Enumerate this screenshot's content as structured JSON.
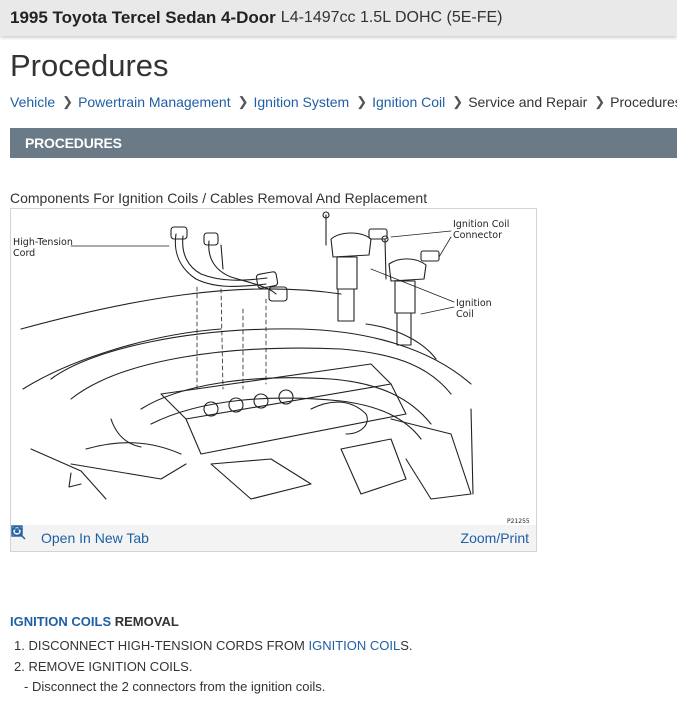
{
  "vehicle": {
    "title": "1995 Toyota Tercel Sedan 4-Door",
    "subtitle": "L4-1497cc 1.5L DOHC (5E-FE)"
  },
  "page_title": "Procedures",
  "breadcrumb": [
    {
      "label": "Vehicle",
      "link": true
    },
    {
      "label": "Powertrain Management",
      "link": true
    },
    {
      "label": "Ignition System",
      "link": true
    },
    {
      "label": "Ignition Coil",
      "link": true
    },
    {
      "label": "Service and Repair",
      "link": false
    },
    {
      "label": "Procedures",
      "link": false
    }
  ],
  "section_header": "PROCEDURES",
  "figure": {
    "caption": "Components For Ignition Coils / Cables Removal And Replacement",
    "labels": {
      "high_tension_1": "High-Tension",
      "high_tension_2": "Cord",
      "coil_connector_1": "Ignition Coil",
      "coil_connector_2": "Connector",
      "coil_1": "Ignition",
      "coil_2": "Coil",
      "code": "P21255"
    },
    "open_new_tab": "Open In New Tab",
    "zoom_print": "Zoom/Print"
  },
  "removal": {
    "heading_link": "IGNITION COILS",
    "heading_rest": " REMOVAL",
    "step1_num": "1.",
    "step1_pre": "DISCONNECT HIGH-TENSION CORDS FROM ",
    "step1_link": "IGNITION COIL",
    "step1_post": "S.",
    "step2_num": "2.",
    "step2_text": "REMOVE IGNITION COILS.",
    "step2_sub_dash": "-",
    "step2_sub_text": "Disconnect the 2 connectors from the ignition coils."
  },
  "colors": {
    "link": "#1f5fa6",
    "section_bar": "#6b7a87",
    "top_bar": "#e9e9e9"
  }
}
